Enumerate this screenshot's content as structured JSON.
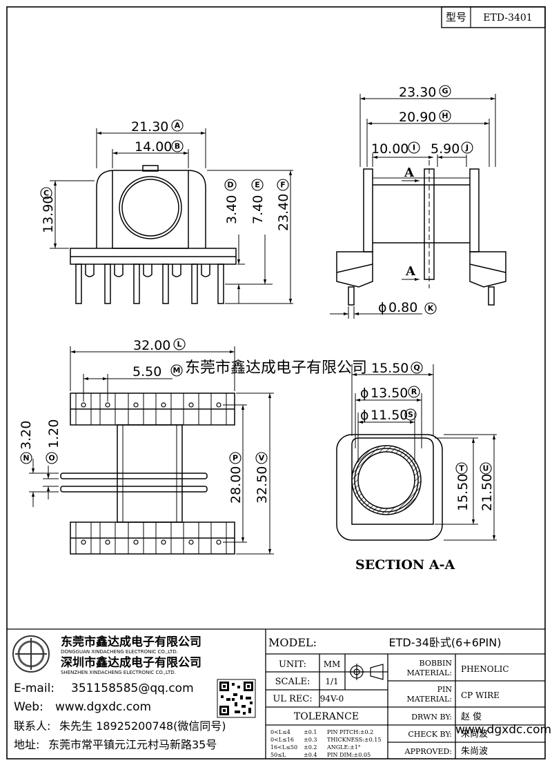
{
  "header": {
    "model_label": "型号",
    "model_value": "ETD-3401"
  },
  "dims": {
    "A": "21.30",
    "B": "14.00",
    "C": "13.90",
    "D": "3.40",
    "E": "7.40",
    "F": "23.40",
    "G": "23.30",
    "H": "20.90",
    "I": "10.00",
    "J": "5.90",
    "K": "0.80",
    "L": "32.00",
    "M": "5.50",
    "N": "3.20",
    "O": "1.20",
    "P": "28.00",
    "V": "32.50",
    "Q": "15.50",
    "R": "13.50",
    "S": "11.50",
    "T": "15.50",
    "U": "21.50"
  },
  "letters": {
    "A": "A",
    "B": "B",
    "C": "C",
    "D": "D",
    "E": "E",
    "F": "F",
    "G": "G",
    "H": "H",
    "I": "I",
    "J": "J",
    "K": "K",
    "L": "L",
    "M": "M",
    "N": "N",
    "O": "O",
    "P": "P",
    "Q": "Q",
    "R": "R",
    "S": "S",
    "T": "T",
    "U": "U",
    "V": "V"
  },
  "phi": "ϕ",
  "section_marks": {
    "top": "A",
    "bottom": "A"
  },
  "section_title": "SECTION A-A",
  "watermark_center": "东莞市鑫达成电子有限公司",
  "company": {
    "name_cn_1": "东莞市鑫达成电子有限公司",
    "name_en_1": "DONGGUAN XINDACHENG ELECTRONIC CO.,LTD.",
    "name_cn_2": "深圳市鑫达成电子有限公司",
    "name_en_2": "SHENZHEN XINDACHENG ELECTRONIC CO.,LTD.",
    "email_label": "E-mail:",
    "email": "351158585@qq.com",
    "web_label": "Web:",
    "web": "www.dgxdc.com",
    "contact_label": "联系人:",
    "contact": "朱先生 18925200748(微信同号)",
    "address_label": "地址:",
    "address": "东莞市常平镇元江元村马新路35号"
  },
  "title_block": {
    "model_label": "MODEL:",
    "model_value": "ETD-34卧式(6+6PIN)",
    "unit_label": "UNIT:",
    "unit_value": "MM",
    "scale_label": "SCALE:",
    "scale_value": "1/1",
    "ulrec_label": "UL REC:",
    "ulrec_value": "94V-0",
    "tolerance_label": "TOLERANCE",
    "tol_rows": [
      {
        "range": "0<L≤4",
        "tol": "±0.1",
        "item": "PIN PITCH:±0.2"
      },
      {
        "range": "0<L≤16",
        "tol": "±0.3",
        "item": "THICKNESS:±0.15"
      },
      {
        "range": "16<L≤50",
        "tol": "±0.2",
        "item": "ANGLE:±1°"
      },
      {
        "range": "50≤L",
        "tol": "±0.4",
        "item": "PIN DIM:±0.05"
      }
    ],
    "bobbin_label_1": "BOBBIN",
    "bobbin_label_2": "MATERIAL:",
    "bobbin_value": "PHENOLIC",
    "pin_label_1": "PIN",
    "pin_label_2": "MATERIAL:",
    "pin_value": "CP WIRE",
    "drawn_label": "DRWN BY:",
    "drawn_value": "赵  俊",
    "check_label": "CHECK BY:",
    "check_value": "朱尚波",
    "approved_label": "APPROVED:",
    "approved_value": "朱尚波",
    "watermark": "www.dgxdc.com"
  }
}
